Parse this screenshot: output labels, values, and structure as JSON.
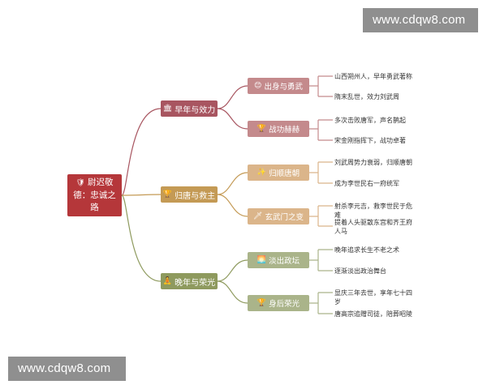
{
  "watermark": {
    "top": "www.cdqw8.com",
    "bottom": "www.cdqw8.com"
  },
  "root": {
    "icon": "shield-icon",
    "label": "尉迟敬德：忠诚之路"
  },
  "branches": [
    {
      "label": "早年与效力",
      "icon": "bust-icon",
      "color": "#a85560",
      "subs": [
        {
          "label": "出身与勇武",
          "icon": "face-icon",
          "color": "#c48a8c",
          "leaves": [
            "山西朔州人，早年勇武著称",
            "隋末乱世，效力刘武周"
          ]
        },
        {
          "label": "战功赫赫",
          "icon": "trophy-icon",
          "color": "#c48a8c",
          "leaves": [
            "多次击败唐军，声名鹊起",
            "宋金刚指挥下，战功卓著"
          ]
        }
      ]
    },
    {
      "label": "归唐与救主",
      "icon": "trophy-icon",
      "color": "#c49a55",
      "subs": [
        {
          "label": "归顺唐朝",
          "icon": "sparkle-icon",
          "color": "#dbb58a",
          "leaves": [
            "刘武周势力衰弱，归顺唐朝",
            "成为李世民右一府统军"
          ]
        },
        {
          "label": "玄武门之变",
          "icon": "sword-icon",
          "color": "#dbb58a",
          "leaves": [
            "射杀李元吉，救李世民于危难",
            "提着人头驱散东宫和齐王府人马"
          ]
        }
      ]
    },
    {
      "label": "晚年与荣光",
      "icon": "meditation-icon",
      "color": "#8e9a5e",
      "subs": [
        {
          "label": "淡出政坛",
          "icon": "sunrise-icon",
          "color": "#aab48a",
          "leaves": [
            "晚年追求长生不老之术",
            "逐渐淡出政治舞台"
          ]
        },
        {
          "label": "身后荣光",
          "icon": "trophy-icon",
          "color": "#aab48a",
          "leaves": [
            "显庆三年去世，享年七十四岁",
            "唐高宗追赠司徒，陪葬昭陵"
          ]
        }
      ]
    }
  ]
}
